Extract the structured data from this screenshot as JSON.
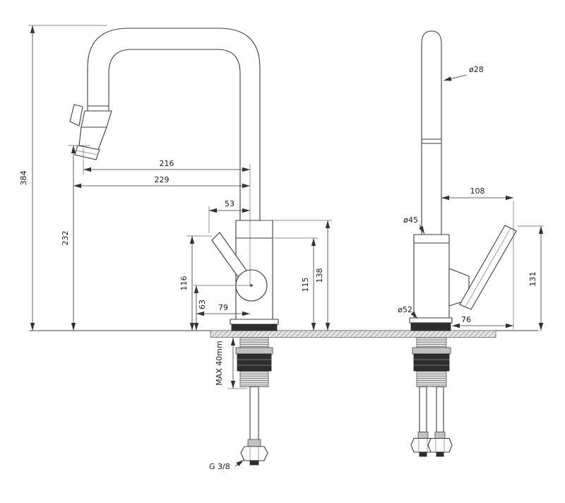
{
  "colors": {
    "background": "#ffffff",
    "geometry_line": "#3d3d3d",
    "dimension_line": "#333333"
  },
  "side_view": {
    "overall_height": "384",
    "outlet_height": "232",
    "reach_to_outlet": "216",
    "reach_overall": "229",
    "handle_to_spout": "53",
    "handle_height": "116",
    "ball_center_height": "63",
    "handle_reach": "79",
    "body_height": "115",
    "neck_height": "138",
    "max_counter_thickness": "MAX 40mm",
    "supply_thread": "G 3/8"
  },
  "front_view": {
    "spout_diameter": "ø28",
    "handle_length": "108",
    "body_diameter": "ø45",
    "handle_tip_height": "131",
    "base_diameter": "ø52",
    "base_to_handle_tip": "76"
  }
}
